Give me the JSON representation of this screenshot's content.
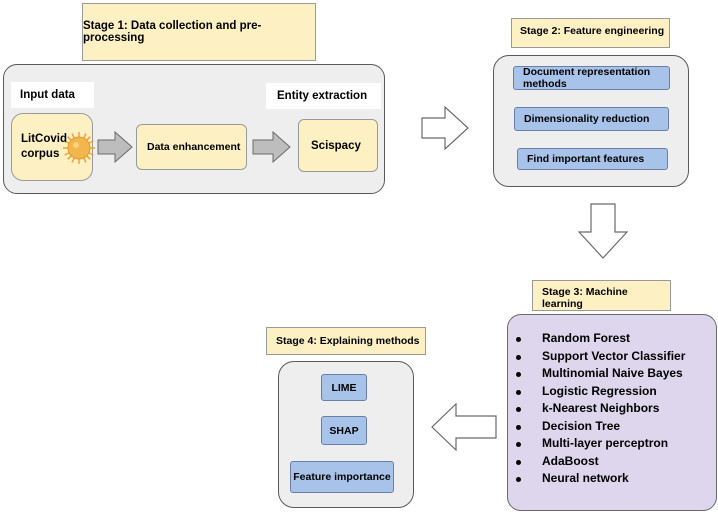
{
  "stage1": {
    "title": "Stage 1: Data collection and pre-processing",
    "input_label": "Input data",
    "entity_label": "Entity extraction",
    "corpus_line1": "LitCovid",
    "corpus_line2": "corpus",
    "enhancement": "Data enhancement",
    "scispacy": "Scispacy"
  },
  "stage2": {
    "title": "Stage 2: Feature engineering",
    "items": [
      "Document representation methods",
      "Dimensionality reduction",
      "Find important features"
    ]
  },
  "stage3": {
    "title": "Stage 3: Machine learning",
    "items": [
      "Random Forest",
      "Support Vector Classifier",
      "Multinomial Naive Bayes",
      "Logistic Regression",
      "k-Nearest Neighbors",
      "Decision Tree",
      "Multi-layer perceptron",
      "AdaBoost",
      "Neural network"
    ]
  },
  "stage4": {
    "title": "Stage 4: Explaining methods",
    "items": [
      "LIME",
      "SHAP",
      "Feature importance"
    ]
  },
  "colors": {
    "yellow": "#fdf1c4",
    "blue": "#a8c3ea",
    "purple": "#ddd6ec",
    "gray_panel": "#eeeeee"
  }
}
